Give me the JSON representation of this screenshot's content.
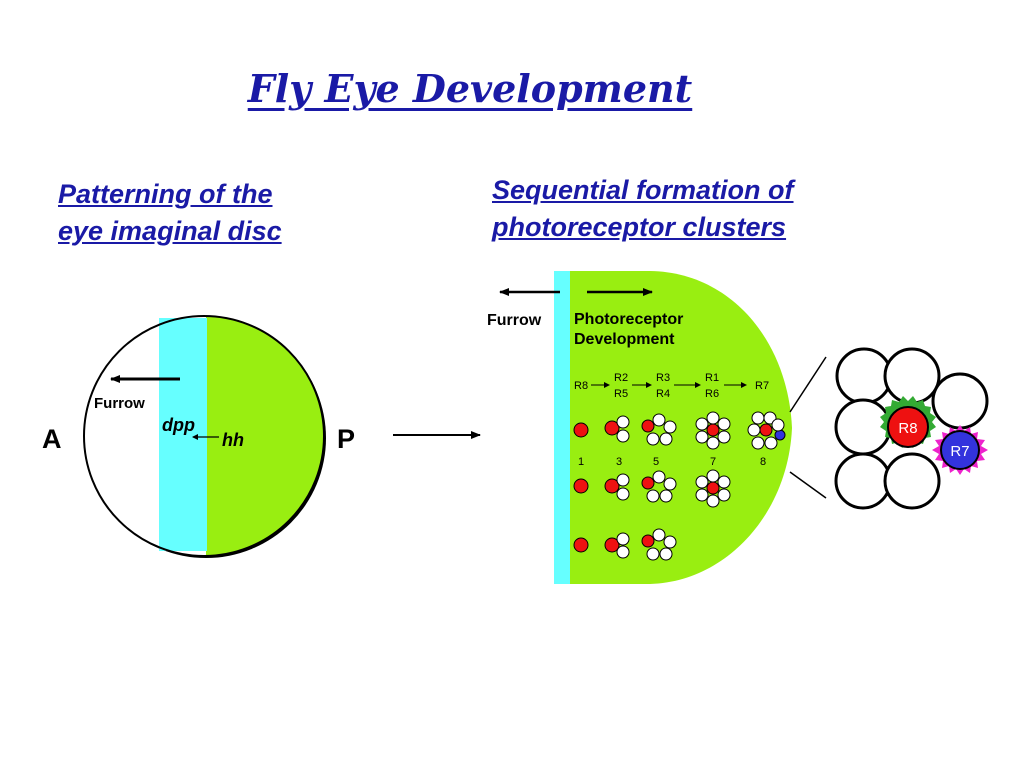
{
  "title": "Fly Eye Development",
  "left_panel": {
    "heading_line1": "Patterning of the",
    "heading_line2": "eye imaginal disc",
    "label_a": "A",
    "label_p": "P",
    "furrow": "Furrow",
    "dpp": "dpp",
    "hh": "hh"
  },
  "right_panel": {
    "heading_line1": "Sequential formation of",
    "heading_line2": "photoreceptor clusters",
    "furrow": "Furrow",
    "dev_line1": "Photoreceptor",
    "dev_line2": "Development",
    "seq_r8": "R8",
    "seq_r2": "R2",
    "seq_r5": "R5",
    "seq_r3": "R3",
    "seq_r4": "R4",
    "seq_r1": "R1",
    "seq_r6": "R6",
    "seq_r7": "R7",
    "cell_counts": [
      "1",
      "3",
      "5",
      "7",
      "8"
    ]
  },
  "zoom": {
    "r8": "R8",
    "r7": "R7"
  },
  "colors": {
    "title_blue": "#1a1aa6",
    "furrow_cyan": "#66ffff",
    "disc_green": "#99ee11",
    "r8_red": "#ee1111",
    "r7_blue": "#3333dd",
    "spike_green": "#33aa33",
    "spike_magenta": "#ee22cc"
  }
}
